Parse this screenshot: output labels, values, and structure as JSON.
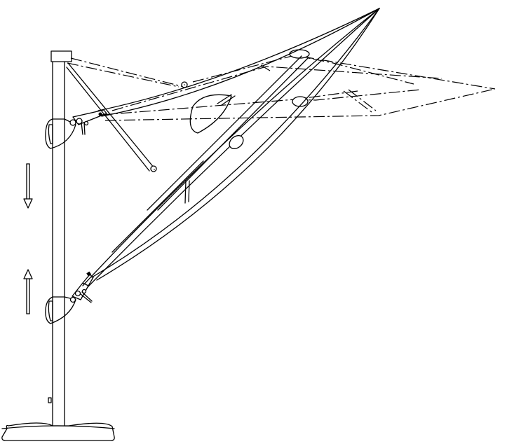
{
  "figure": {
    "type": "technical line drawing",
    "subject": "cantilever offset umbrella",
    "description": "Side view of a cantilever patio umbrella showing the canopy in two tilt positions: a horizontal (dash-dot) open position and a steeply tilted position, with the slider moved from an upper hub to a lower hub along the mast.",
    "colors": {
      "stroke": "#000000",
      "background": "#ffffff"
    },
    "annotations": [
      {
        "name": "down-arrow",
        "meaning": "slider moves down",
        "position": "left of mast, upper"
      },
      {
        "name": "up-arrow",
        "meaning": "slider moves up",
        "position": "left of mast, lower"
      }
    ],
    "parts": [
      "mast",
      "mast-cap",
      "upper-slider-hub",
      "lower-slider-hub",
      "diagonal-support-arm",
      "canopy-horizontal-dashed",
      "canopy-tilted",
      "crank-handle",
      "base-plate",
      "base-knob"
    ]
  }
}
